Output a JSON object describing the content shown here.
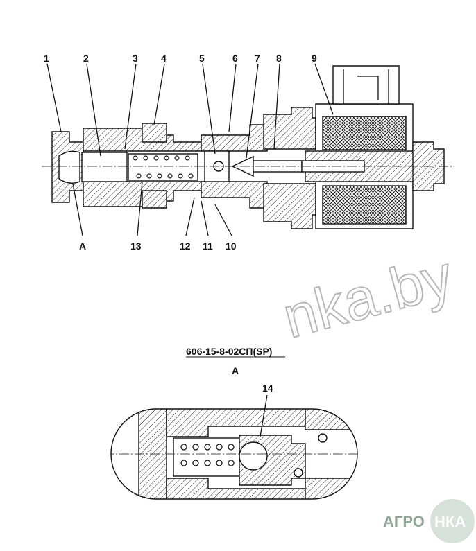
{
  "drawing": {
    "title": "606-15-8-02СП(SP)",
    "view_label": "A",
    "callouts_top": [
      "1",
      "2",
      "3",
      "4",
      "5",
      "6",
      "7",
      "8",
      "9"
    ],
    "callouts_bottom": [
      "A",
      "13",
      "12",
      "11",
      "10"
    ],
    "detail_callout": "14"
  },
  "watermark": {
    "text": "nka.by"
  },
  "logo": {
    "left": "АГРО",
    "right": "НКА"
  },
  "colors": {
    "line": "#111111",
    "logo": "#8fa898",
    "watermark": "#b8b8b8"
  }
}
